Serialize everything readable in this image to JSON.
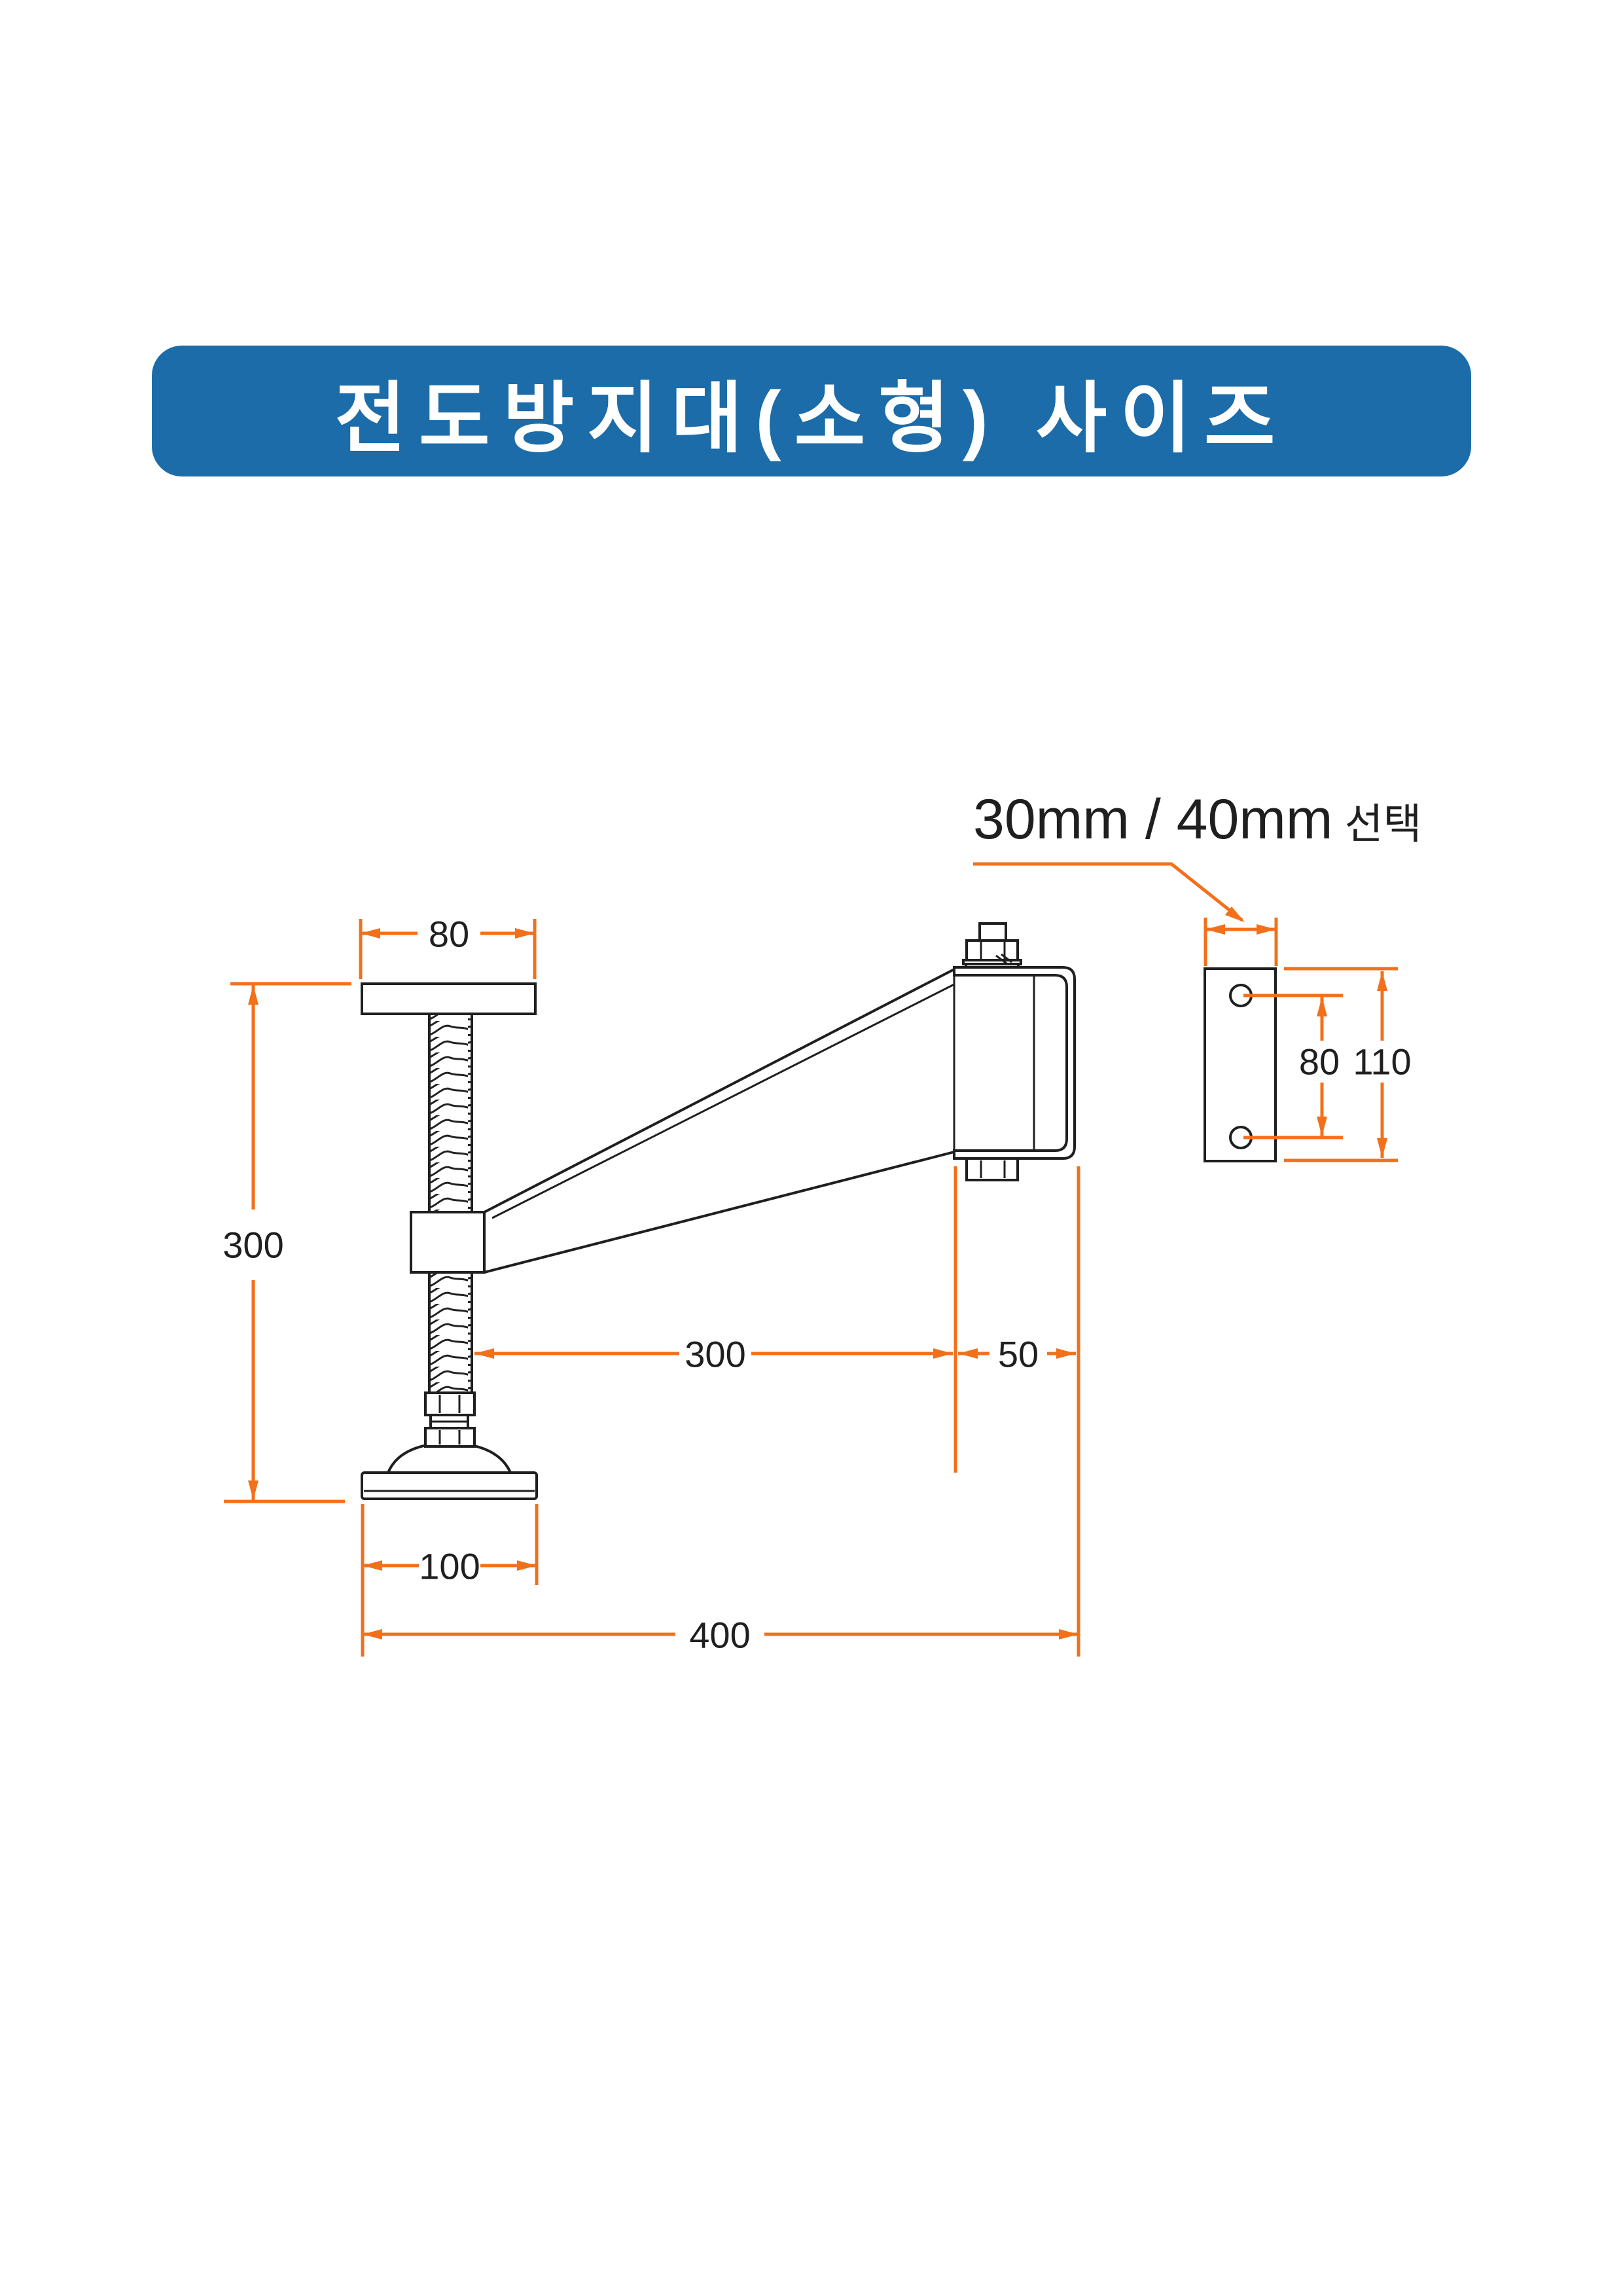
{
  "title": {
    "text": "전도방지대(소형) 사이즈"
  },
  "annotation": {
    "thickness_options": "30mm / 40mm",
    "select_label": "선택"
  },
  "dimensions": {
    "top_plate_width": "80",
    "overall_height": "300",
    "arm_length": "300",
    "bracket_depth": "50",
    "base_width": "100",
    "overall_length": "400",
    "hole_spacing": "80",
    "plate_height": "110"
  },
  "colors": {
    "accent": "#1b6ca8",
    "dimension": "#f3701b",
    "line": "#1f1f1f",
    "label": "#1f1f1f",
    "background": "#ffffff"
  }
}
